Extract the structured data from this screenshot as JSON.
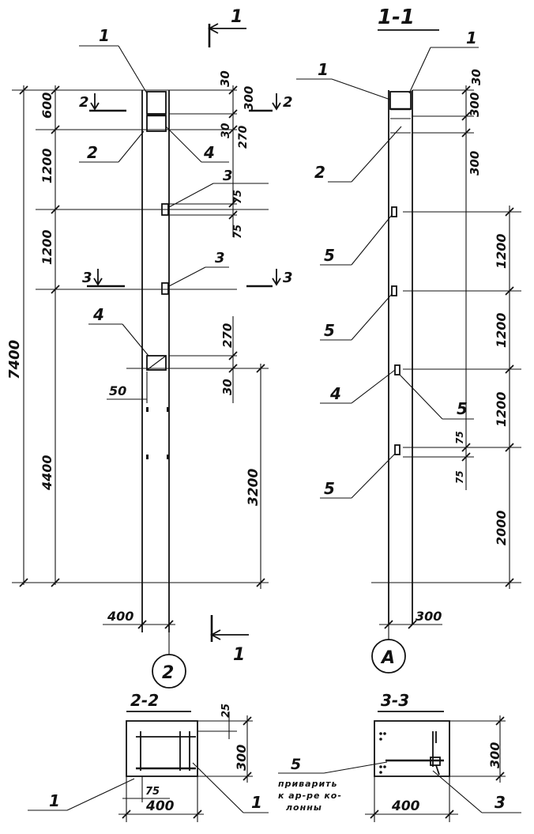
{
  "sections": {
    "section_1_1_title": "1-1",
    "section_2_2_title": "2-2",
    "section_3_3_title": "3-3",
    "cut_mark_1": "1",
    "cut_mark_2": "2",
    "cut_mark_3": "3"
  },
  "axes": {
    "axis_2": "2",
    "axis_a": "A"
  },
  "left_view": {
    "dims_left": [
      "600",
      "1200",
      "1200",
      "4400"
    ],
    "dim_total": "7400",
    "dims_right_top": [
      "30",
      "300",
      "30",
      "270"
    ],
    "dims_node3": [
      "75",
      "75"
    ],
    "dims_node4": [
      "270",
      "30"
    ],
    "dim_3200": "3200",
    "dim_50": "50",
    "dim_400": "400",
    "callouts": [
      "1",
      "2",
      "4",
      "3",
      "3",
      "4"
    ]
  },
  "right_view": {
    "dims_right": [
      "30",
      "300",
      "300",
      "1200",
      "1200",
      "1200",
      "2000"
    ],
    "dims_node": [
      "75",
      "75"
    ],
    "dim_300": "300",
    "callouts": [
      "1",
      "2",
      "5",
      "5",
      "4",
      "5",
      "5"
    ]
  },
  "section_2_2": {
    "dim_25": "25",
    "dim_300": "300",
    "dim_75": "75",
    "dim_400": "400",
    "callouts": [
      "1",
      "1"
    ]
  },
  "section_3_3": {
    "dim_300": "300",
    "dim_400": "400",
    "callout_3": "3",
    "callout_5": "5",
    "note_line1": "приварить",
    "note_line2": "к ар-ре ко-",
    "note_line3": "лонны"
  }
}
